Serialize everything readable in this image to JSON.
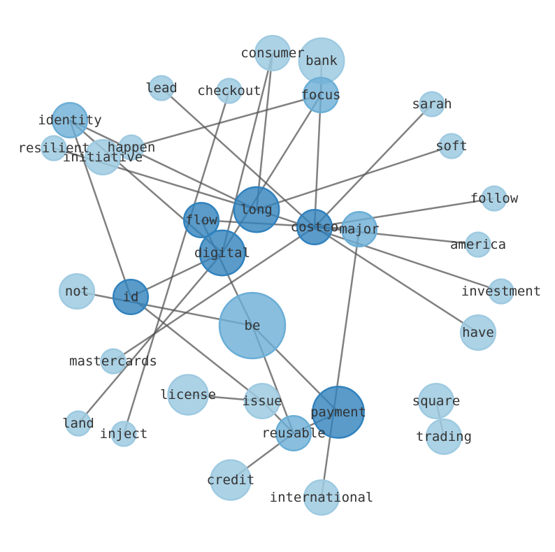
{
  "colors": {
    "light": "#9ecae1",
    "mid": "#6baed6",
    "dark": "#3182bd",
    "edge": "#555555"
  },
  "nodes": [
    {
      "id": "consumer",
      "weight": 2,
      "shade": "light"
    },
    {
      "id": "bank",
      "weight": 3,
      "shade": "light"
    },
    {
      "id": "lead",
      "weight": 1,
      "shade": "light"
    },
    {
      "id": "checkout",
      "weight": 1,
      "shade": "light"
    },
    {
      "id": "focus",
      "weight": 2,
      "shade": "mid"
    },
    {
      "id": "sarah",
      "weight": 1,
      "shade": "light"
    },
    {
      "id": "identity",
      "weight": 2,
      "shade": "mid"
    },
    {
      "id": "resilient",
      "weight": 1,
      "shade": "light"
    },
    {
      "id": "happen",
      "weight": 1,
      "shade": "light"
    },
    {
      "id": "initiative",
      "weight": 2,
      "shade": "light"
    },
    {
      "id": "soft",
      "weight": 1,
      "shade": "light"
    },
    {
      "id": "long",
      "weight": 3,
      "shade": "dark"
    },
    {
      "id": "flow",
      "weight": 2,
      "shade": "dark"
    },
    {
      "id": "costco",
      "weight": 2,
      "shade": "dark"
    },
    {
      "id": "major",
      "weight": 2,
      "shade": "mid"
    },
    {
      "id": "follow",
      "weight": 1,
      "shade": "light"
    },
    {
      "id": "america",
      "weight": 1,
      "shade": "light"
    },
    {
      "id": "digital",
      "weight": 3,
      "shade": "dark"
    },
    {
      "id": "investment",
      "weight": 1,
      "shade": "light"
    },
    {
      "id": "not",
      "weight": 2,
      "shade": "light"
    },
    {
      "id": "id",
      "weight": 2,
      "shade": "dark"
    },
    {
      "id": "be",
      "weight": 5,
      "shade": "mid"
    },
    {
      "id": "have",
      "weight": 2,
      "shade": "light"
    },
    {
      "id": "mastercards",
      "weight": 1,
      "shade": "light"
    },
    {
      "id": "license",
      "weight": 2.5,
      "shade": "light"
    },
    {
      "id": "issue",
      "weight": 2,
      "shade": "light"
    },
    {
      "id": "square",
      "weight": 2,
      "shade": "light"
    },
    {
      "id": "payment",
      "weight": 3.6,
      "shade": "dark"
    },
    {
      "id": "land",
      "weight": 1,
      "shade": "light"
    },
    {
      "id": "inject",
      "weight": 1,
      "shade": "light"
    },
    {
      "id": "reusable",
      "weight": 2,
      "shade": "mid"
    },
    {
      "id": "trading",
      "weight": 2,
      "shade": "light"
    },
    {
      "id": "credit",
      "weight": 2.5,
      "shade": "light"
    },
    {
      "id": "international",
      "weight": 2,
      "shade": "light"
    }
  ],
  "edges": [
    [
      "consumer",
      "long",
      2
    ],
    [
      "consumer",
      "digital",
      1
    ],
    [
      "bank",
      "focus",
      1
    ],
    [
      "focus",
      "costco",
      1
    ],
    [
      "focus",
      "happen",
      1
    ],
    [
      "focus",
      "digital",
      1
    ],
    [
      "lead",
      "costco",
      1
    ],
    [
      "checkout",
      "inject",
      1
    ],
    [
      "identity",
      "long",
      1
    ],
    [
      "identity",
      "digital",
      1
    ],
    [
      "identity",
      "id",
      1
    ],
    [
      "resilient",
      "long",
      1
    ],
    [
      "long",
      "soft",
      1
    ],
    [
      "long",
      "investment",
      1
    ],
    [
      "costco",
      "have",
      1
    ],
    [
      "costco",
      "sarah",
      1
    ],
    [
      "costco",
      "follow",
      1
    ],
    [
      "costco",
      "america",
      1
    ],
    [
      "costco",
      "mastercards",
      1
    ],
    [
      "flow",
      "major",
      1
    ],
    [
      "flow",
      "be",
      2
    ],
    [
      "digital",
      "id",
      1
    ],
    [
      "digital",
      "land",
      1
    ],
    [
      "not",
      "be",
      1
    ],
    [
      "id",
      "issue",
      1
    ],
    [
      "issue",
      "reusable",
      1
    ],
    [
      "be",
      "payment",
      2
    ],
    [
      "be",
      "reusable",
      1
    ],
    [
      "major",
      "international",
      1
    ],
    [
      "license",
      "issue",
      2
    ],
    [
      "reusable",
      "credit",
      2
    ],
    [
      "reusable",
      "payment",
      1
    ],
    [
      "square",
      "trading",
      2
    ]
  ]
}
